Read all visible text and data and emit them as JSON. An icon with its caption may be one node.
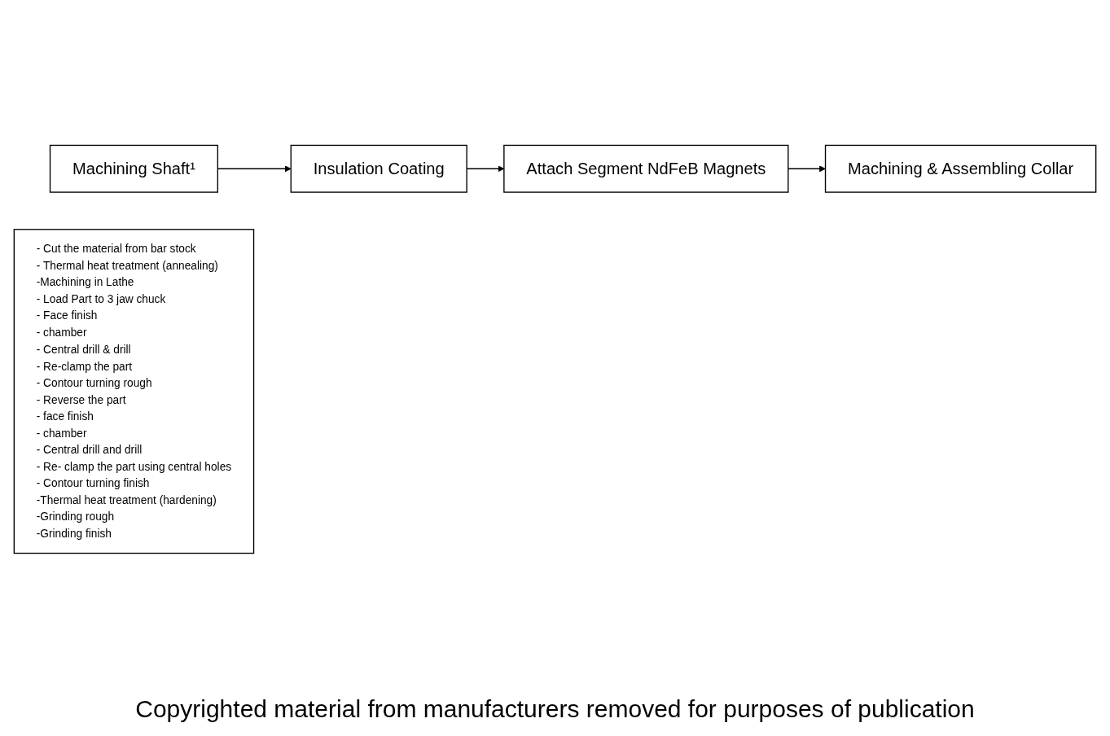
{
  "diagram": {
    "nodes": [
      {
        "text": [
          "Machining Shaft¹"
        ]
      },
      {
        "text": [
          "Insulation Coating"
        ]
      },
      {
        "text": [
          "Attach Segment NdFeB Magnets"
        ]
      },
      {
        "text": [
          "Machining & Assembling Collar"
        ]
      },
      {
        "text": [
          "- Cut the material from bar stock",
          "- Thermal heat treatment (annealing)",
          "-Machining in Lathe",
          "- Load Part  to 3 jaw chuck",
          "- Face finish",
          "- chamber",
          "- Central drill & drill",
          "- Re-clamp the part",
          "- Contour turning rough",
          "- Reverse the part",
          "- face finish",
          "- chamber",
          "- Central drill and drill",
          "- Re- clamp the part using central holes",
          "- Contour turning finish",
          "-Thermal heat treatment (hardening)",
          "-Grinding rough",
          "-Grinding finish"
        ]
      }
    ],
    "edges": [
      {
        "from": 0,
        "to": 1,
        "arrow": "to"
      },
      {
        "from": 1,
        "to": 2,
        "arrow": "to"
      },
      {
        "from": 2,
        "to": 3,
        "arrow": "to"
      }
    ],
    "labels": [
      "Copyrighted material from manufacturers removed for purposes of publication"
    ]
  }
}
